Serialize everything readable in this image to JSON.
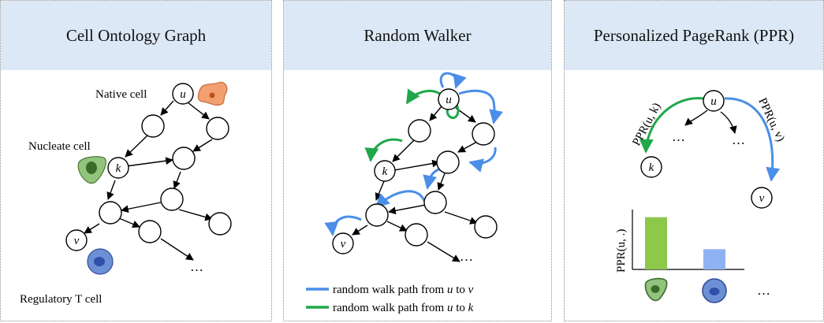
{
  "panels": [
    {
      "title": "Cell Ontology Graph"
    },
    {
      "title": "Random Walker"
    },
    {
      "title": "Personalized PageRank (PPR)"
    }
  ],
  "graph_panel": {
    "node_u": "u",
    "node_k": "k",
    "node_v": "v",
    "native_cell_label": "Native cell",
    "nucleate_cell_label": "Nucleate cell",
    "regulatory_t_cell_label": "Regulatory T cell",
    "ellipsis": "…"
  },
  "walker_panel": {
    "node_u": "u",
    "node_k": "k",
    "node_v": "v",
    "ellipsis": "…",
    "legend": {
      "blue_prefix": "random walk path from ",
      "blue_from": "u",
      "blue_mid": " to ",
      "blue_to": "v",
      "green_prefix": "random walk path from ",
      "green_from": "u",
      "green_mid": " to ",
      "green_to": "k"
    }
  },
  "ppr_panel": {
    "node_u": "u",
    "node_k": "k",
    "node_v": "v",
    "ppr_uk_label": "PPR(u, k)",
    "ppr_uv_label": "PPR(u, v)",
    "ellipsis_1": "…",
    "ellipsis_2": "…",
    "y_axis_label": "PPR(u, .)",
    "bar_ellipsis": "…"
  },
  "chart_data": {
    "type": "bar",
    "ylabel": "PPR(u, .)",
    "series": [
      {
        "values": [
          0.85,
          0.33
        ],
        "colors": [
          "#8dc84a",
          "#8fb3f2"
        ]
      }
    ],
    "categories_as_icons": [
      "nucleate-cell-icon",
      "regulatory-t-cell-icon"
    ]
  },
  "colors": {
    "header_bg": "#dde8f6",
    "blue_path": "#4a8ee8",
    "green_path": "#1fa84a",
    "native_cell": "#f2a070",
    "nucleate_cell": "#93c47d",
    "regulatory_cell": "#6d8fd6"
  }
}
